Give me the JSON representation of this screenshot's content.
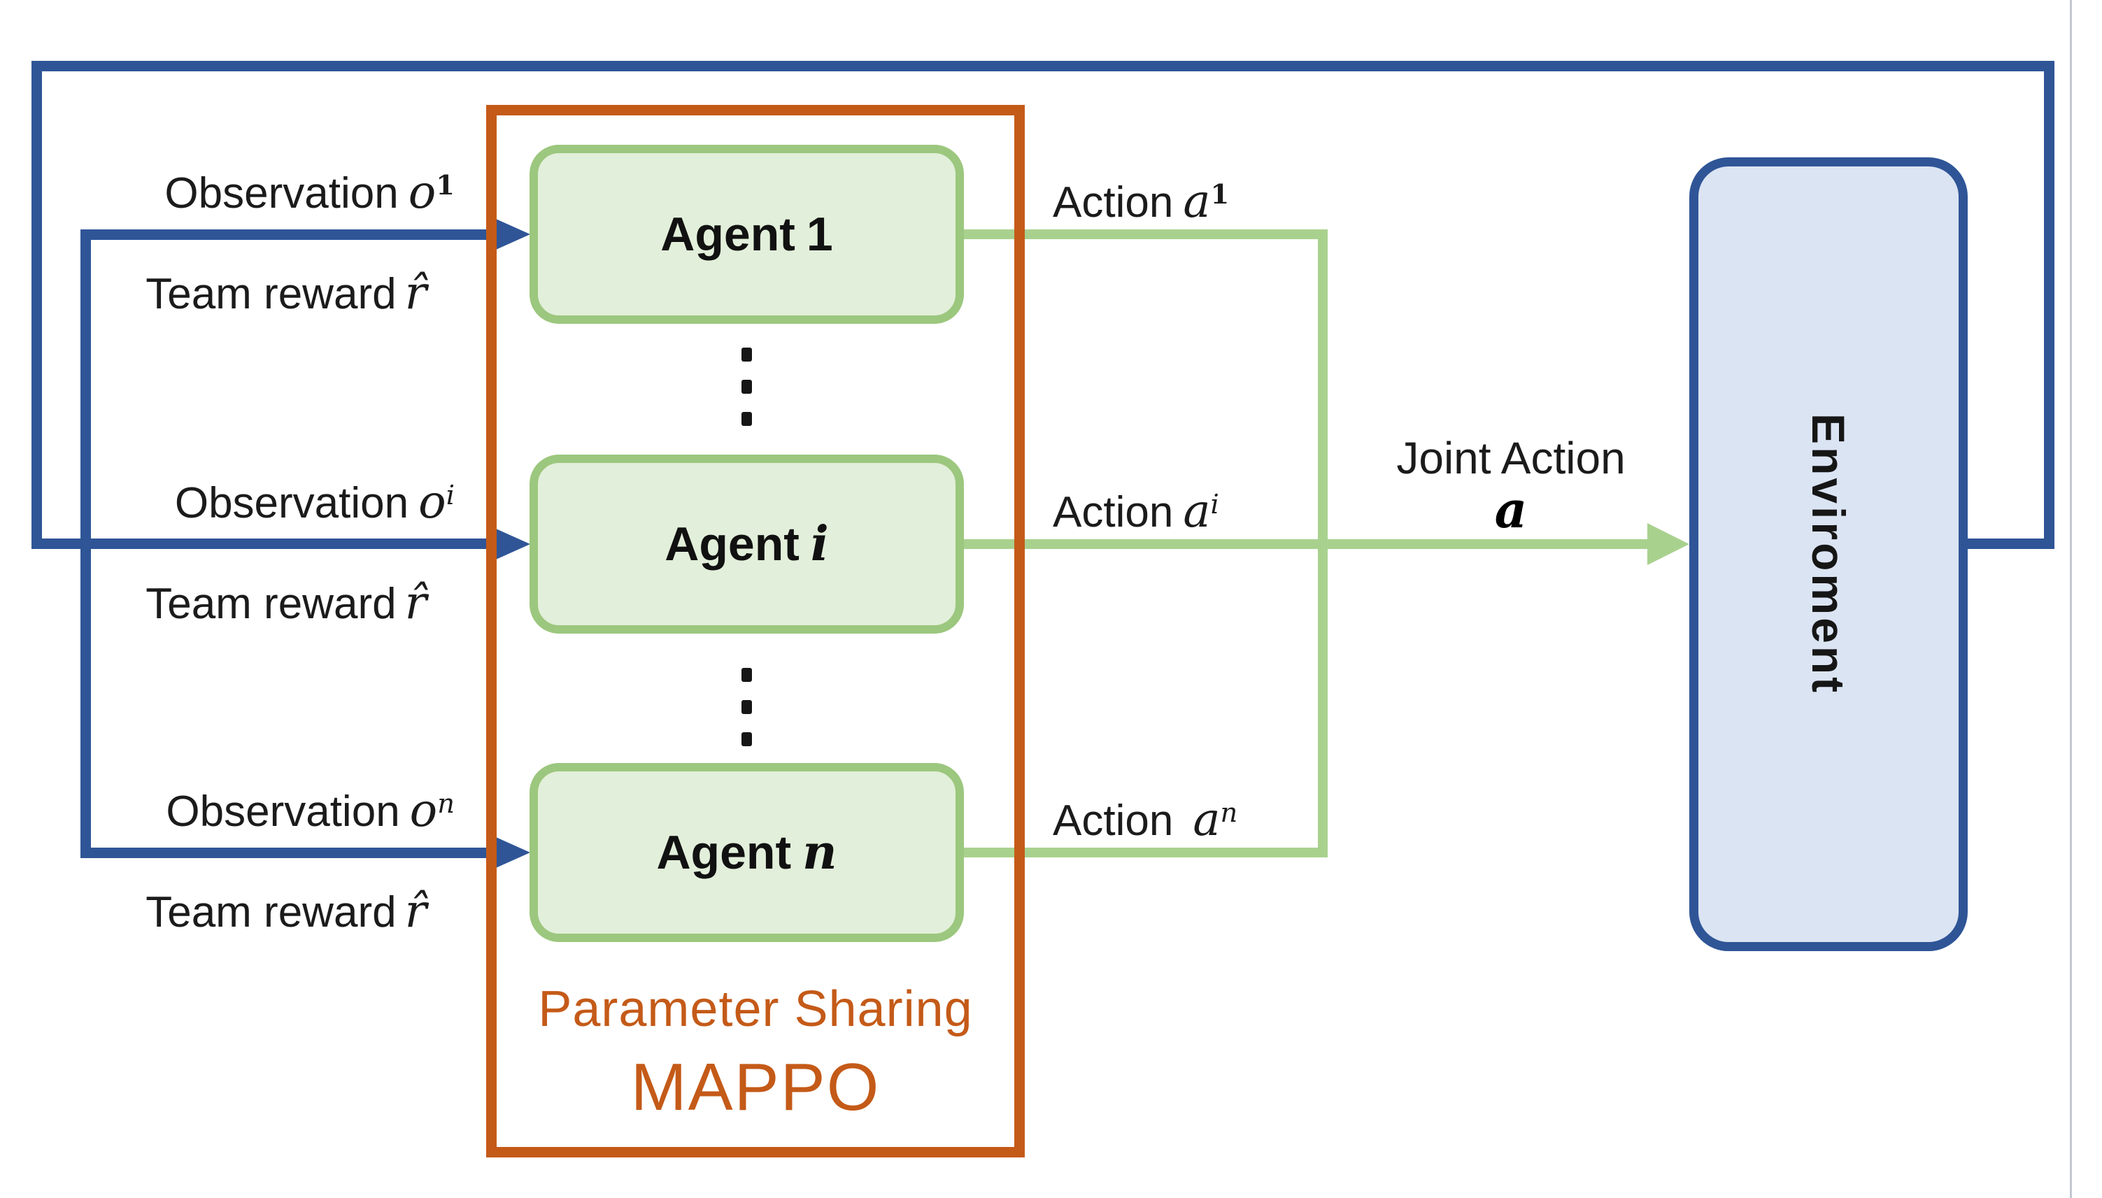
{
  "colors": {
    "blue": "#2f5597",
    "light_blue": "#dbe4f3",
    "green": "#a9d18e",
    "green_border": "#9cc77e",
    "light_green": "#e2efda",
    "orange": "#c45a18",
    "ink": "#1b1b1b",
    "faint": "#c3c7d0",
    "bg": "#ffffff"
  },
  "environment": {
    "label": "Enviroment"
  },
  "mappo": {
    "caption_line1": "Parameter Sharing",
    "caption_line2": "MAPPO"
  },
  "joint_action": {
    "label": "Joint Action",
    "symbol": "a"
  },
  "rows": [
    {
      "observation_label": "Observation",
      "observation_symbol": "o",
      "observation_sup": "1",
      "reward_label": "Team reward",
      "reward_symbol": "r̂",
      "agent_label": "Agent",
      "agent_index": "1",
      "action_label": "Action",
      "action_symbol": "a",
      "action_sup": "1"
    },
    {
      "observation_label": "Observation",
      "observation_symbol": "o",
      "observation_sup": "i",
      "reward_label": "Team reward",
      "reward_symbol": "r̂",
      "agent_label": "Agent",
      "agent_index": "i",
      "action_label": "Action",
      "action_symbol": "a",
      "action_sup": "i"
    },
    {
      "observation_label": "Observation",
      "observation_symbol": "o",
      "observation_sup": "n",
      "reward_label": "Team reward",
      "reward_symbol": "r̂",
      "agent_label": "Agent",
      "agent_index": "n",
      "action_label": "Action",
      "action_symbol": "a",
      "action_sup": "n"
    }
  ]
}
